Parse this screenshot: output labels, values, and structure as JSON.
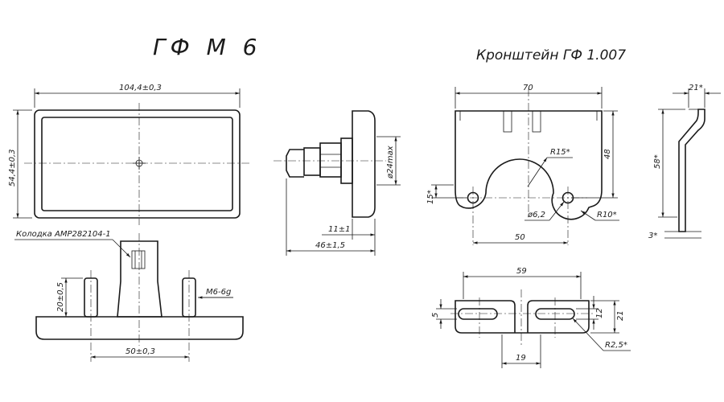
{
  "titles": {
    "main": "ГФ М 6",
    "bracket": "Кронштейн ГФ 1.007"
  },
  "front_view": {
    "width_dim": "104,4±0,3",
    "height_dim": "54,4±0,3"
  },
  "side_view": {
    "dim_24": "ø24max",
    "dim_11": "11±1",
    "dim_46": "46±1,5"
  },
  "bottom_view": {
    "connector_label": "Колодка AMP282104-1",
    "thread_label": "M6-6g",
    "dim_20": "20±0,5",
    "dim_50": "50±0,3"
  },
  "bracket_front": {
    "dim_70": "70",
    "dim_48": "48",
    "dim_r15": "R15*",
    "dim_15": "15*",
    "dim_d62": "ø6,2",
    "dim_r10": "R10*",
    "dim_50": "50"
  },
  "bracket_side": {
    "dim_21": "21*",
    "dim_58": "58*",
    "dim_3": "3*"
  },
  "bracket_top": {
    "dim_59": "59",
    "dim_5": "5",
    "dim_12": "12",
    "dim_21": "21",
    "dim_19": "19",
    "dim_r25": "R2,5*"
  }
}
